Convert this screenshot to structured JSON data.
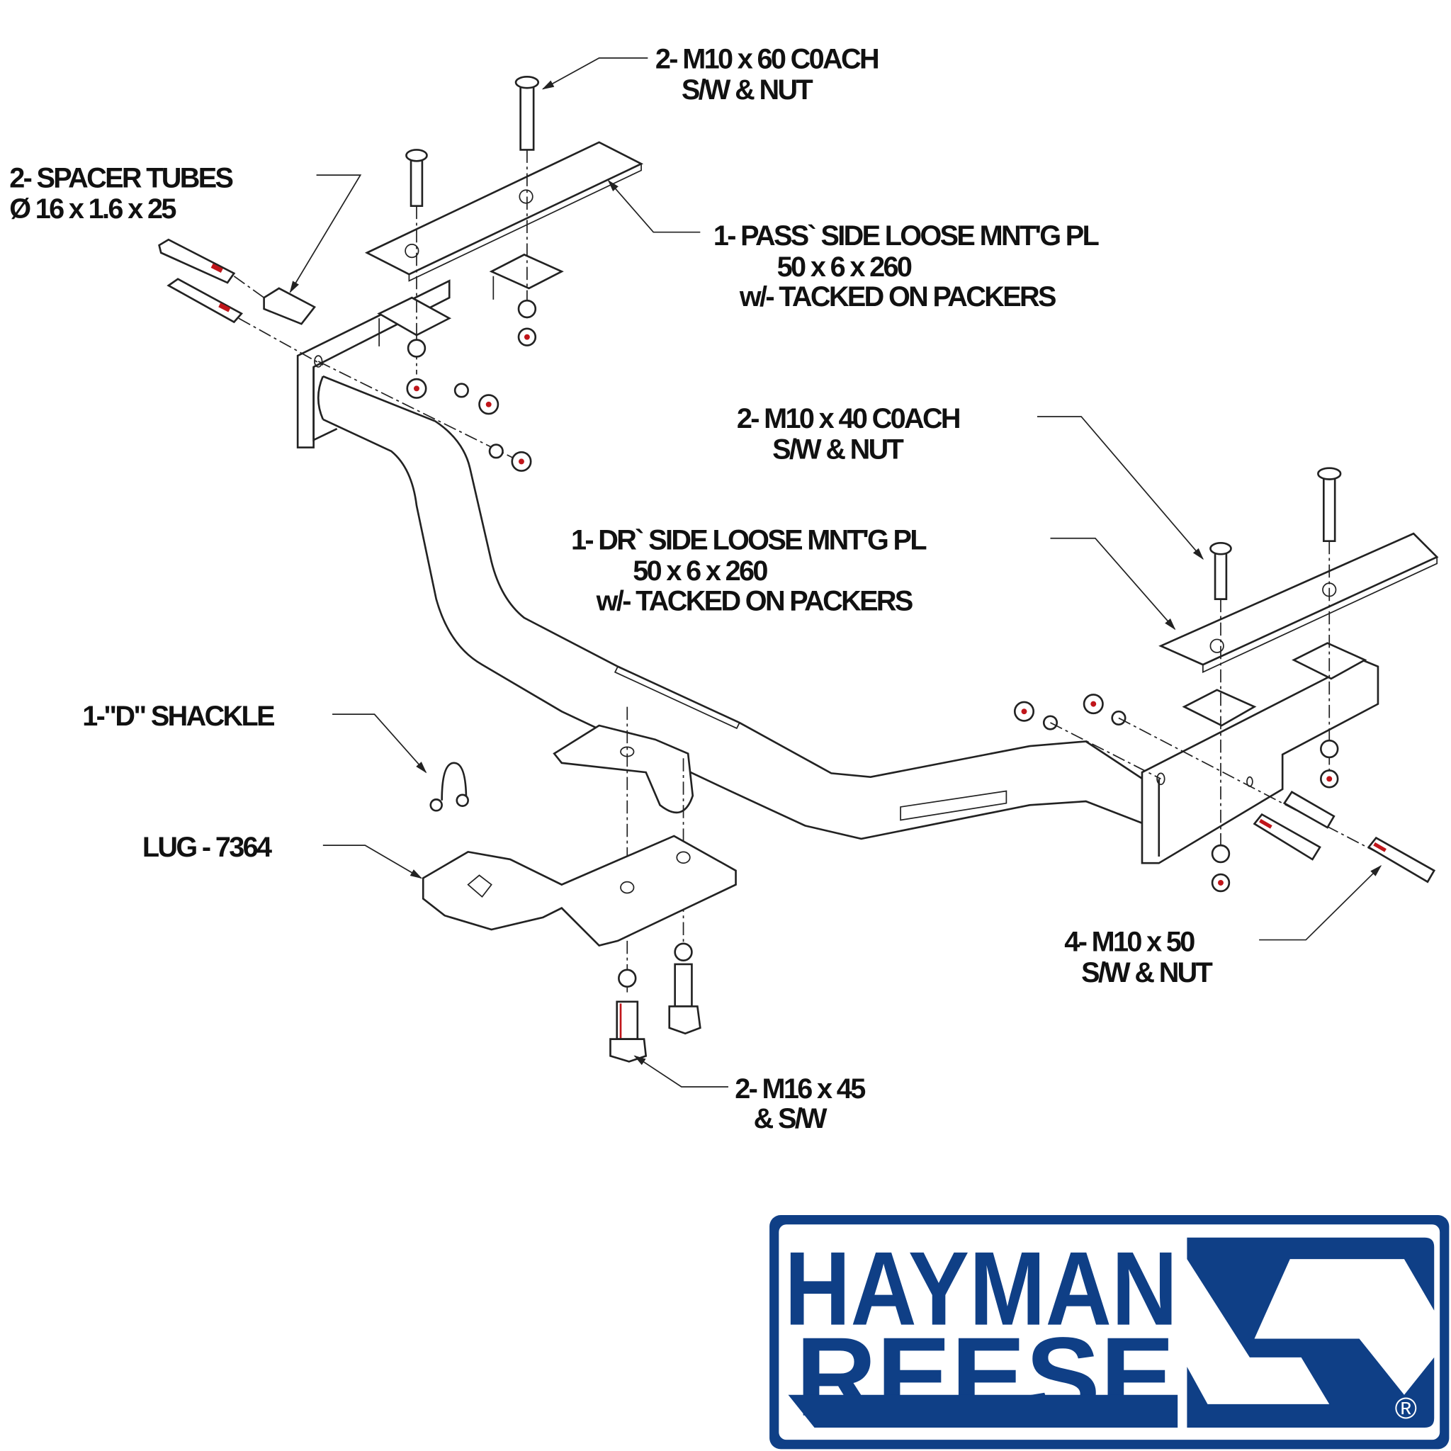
{
  "labels": {
    "coach_60": {
      "line1": "2- M10 x 60 C0ACH",
      "line2": "S/W & NUT"
    },
    "spacer_tubes": {
      "line1": "2- SPACER TUBES",
      "line2": "Ø 16 x 1.6 x 25"
    },
    "pass_plate": {
      "line1": "1- PASS` SIDE LOOSE MNT'G PL",
      "line2": "50 x 6 x 260",
      "line3": "w/- TACKED ON PACKERS"
    },
    "coach_40": {
      "line1": "2- M10 x 40 C0ACH",
      "line2": "S/W & NUT"
    },
    "dr_plate": {
      "line1": "1- DR` SIDE LOOSE MNT'G PL",
      "line2": "50 x 6 x 260",
      "line3": "w/- TACKED ON PACKERS"
    },
    "shackle": {
      "line1": "1-\"D\" SHACKLE"
    },
    "lug": {
      "line1": "LUG - 7364"
    },
    "bolts_50": {
      "line1": "4- M10 x 50",
      "line2": "S/W & NUT"
    },
    "bolts_m16": {
      "line1": "2- M16 x 45",
      "line2": "& S/W"
    }
  },
  "logo": {
    "line1": "HAYMAN",
    "line2": "REESE",
    "registered": "®",
    "color": "#0f3f86"
  }
}
